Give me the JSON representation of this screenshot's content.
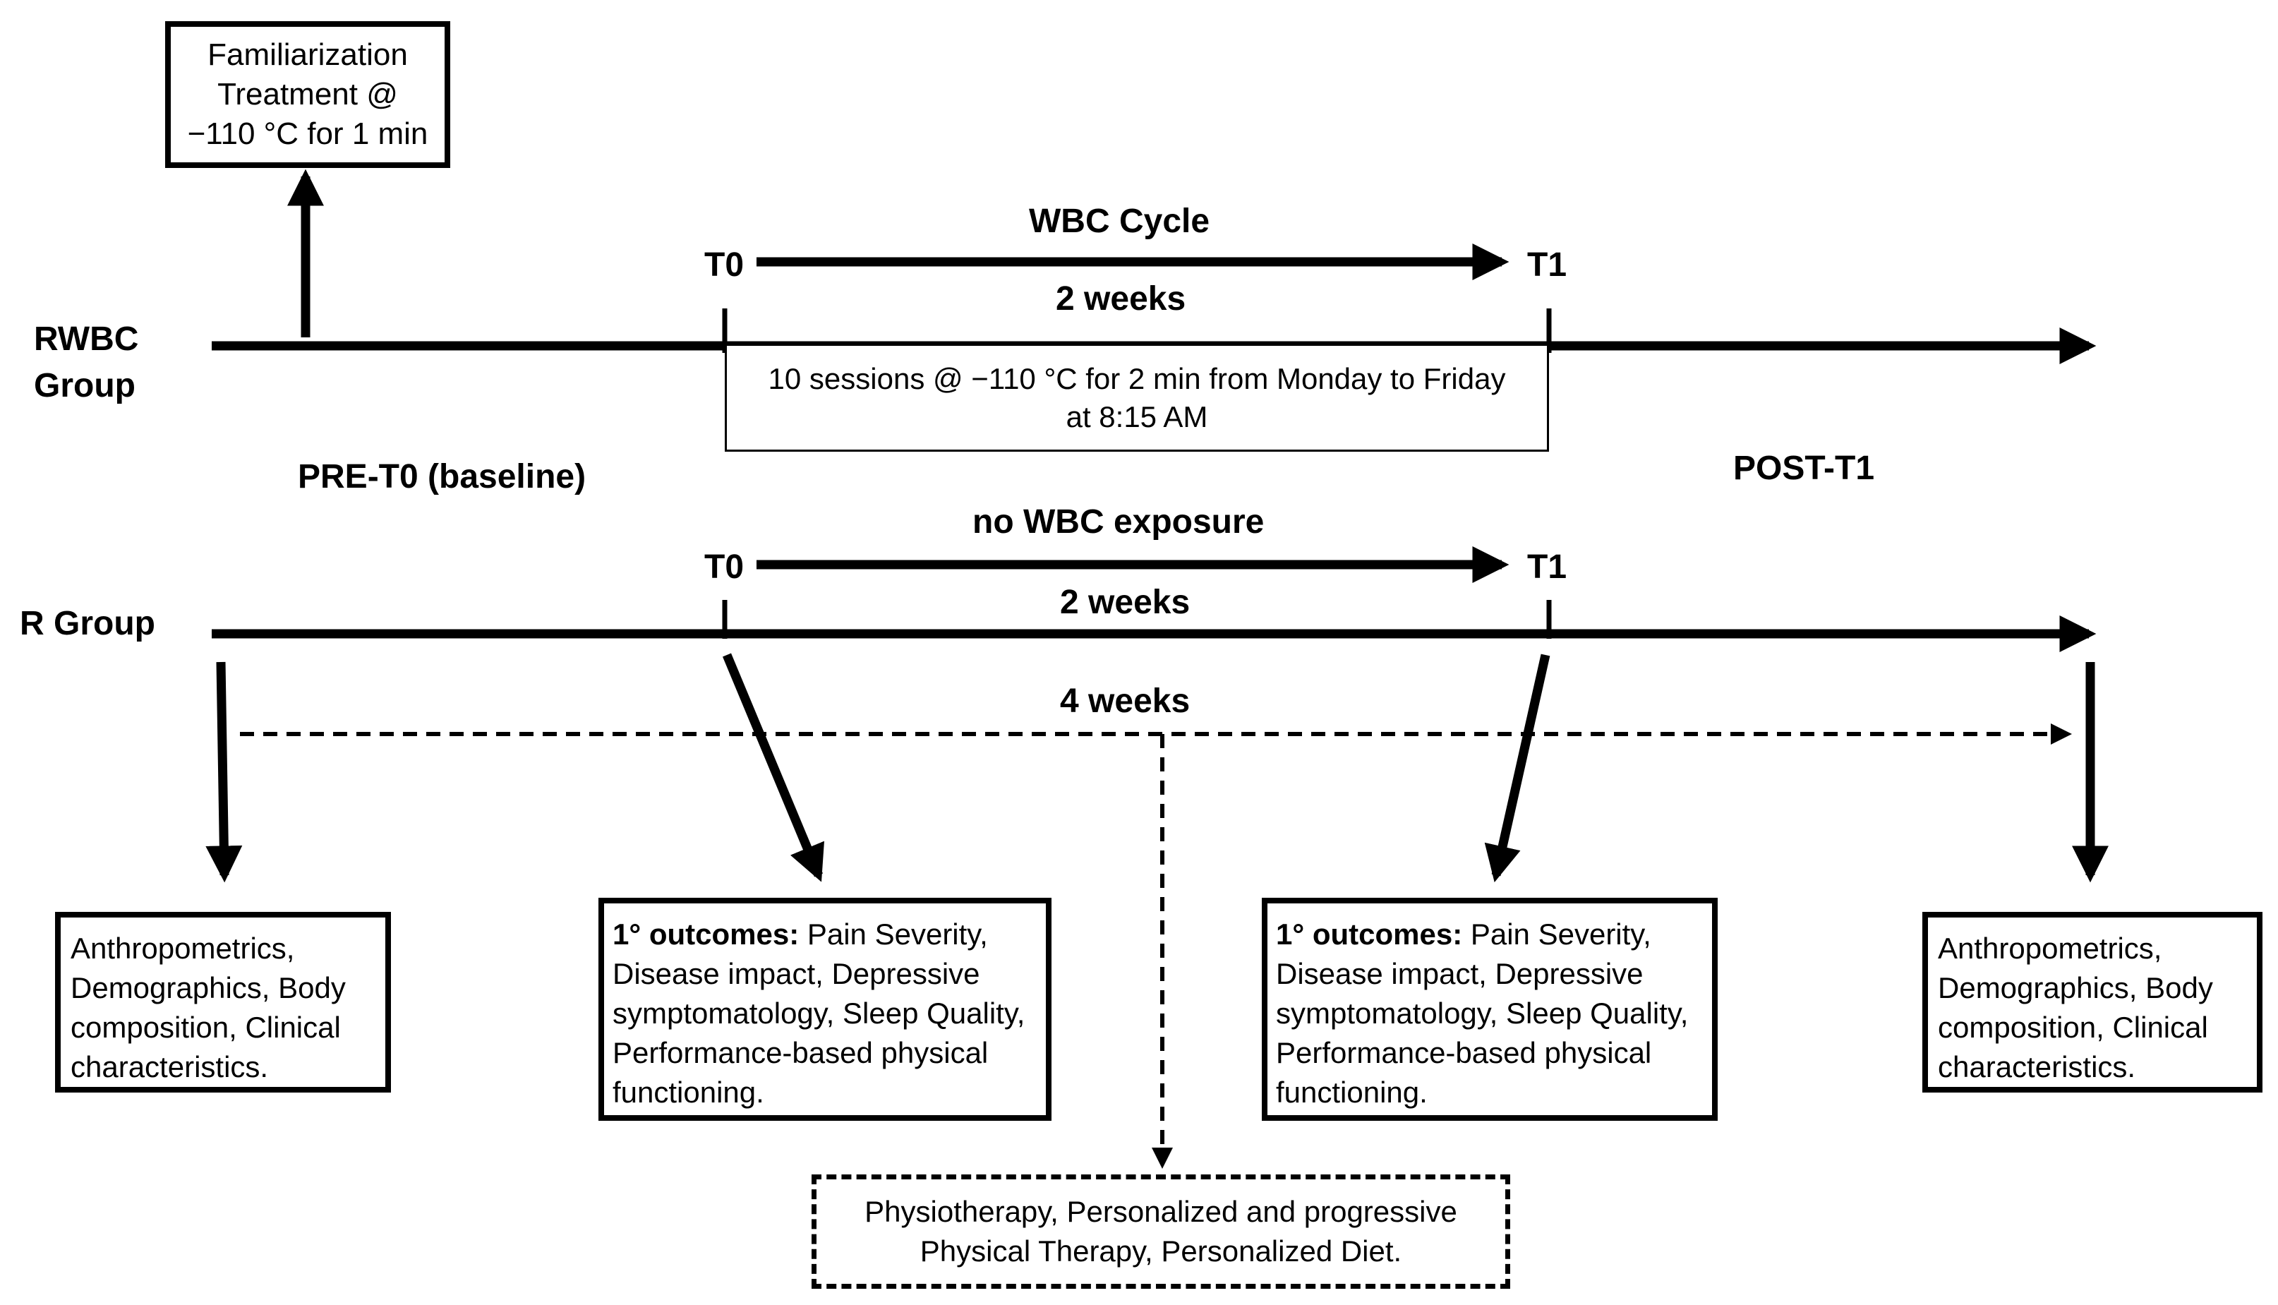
{
  "groups": {
    "rwbc": "RWBC\nGroup",
    "r": "R Group"
  },
  "phases": {
    "pre": "PRE-T0 (baseline)",
    "post": "POST-T1"
  },
  "timepoints": {
    "t0": "T0",
    "t1": "T1"
  },
  "rwbc_timeline": {
    "cycle_label": "WBC Cycle",
    "duration": "2 weeks",
    "sessions": "10 sessions @ −110 °C for 2 min from Monday to Friday at 8:15 AM"
  },
  "r_timeline": {
    "cycle_label": "no WBC exposure",
    "duration": "2 weeks",
    "total_duration": "4 weeks"
  },
  "familiarization": "Familiarization Treatment @ −110 °C for 1 min",
  "assessments": {
    "baseline": "Anthropometrics, Demographics, Body composition, Clinical characteristics.",
    "outcomes_bold": "1° outcomes:",
    "outcomes_rest": " Pain Severity, Disease impact, Depressive symptomatology, Sleep Quality, Performance-based physical functioning.",
    "post": "Anthropometrics, Demographics, Body composition, Clinical characteristics."
  },
  "intervention": "Physiotherapy, Personalized and progressive Physical Therapy, Personalized Diet."
}
